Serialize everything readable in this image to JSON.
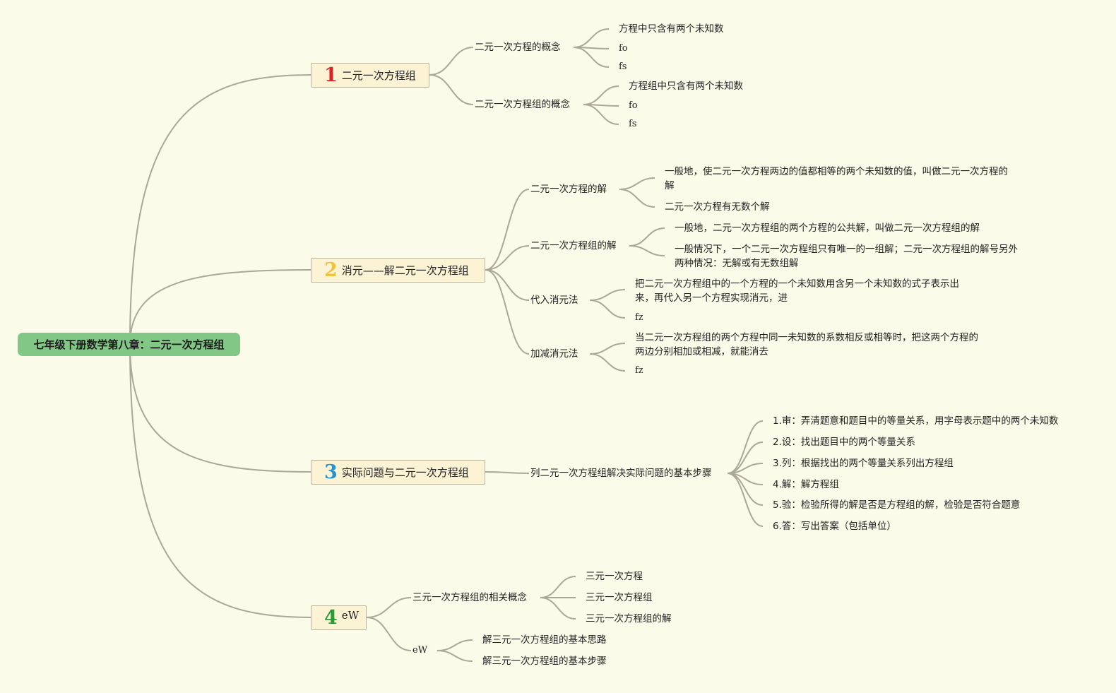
{
  "root": {
    "label": "七年级下册数学第八章：二元一次方程组"
  },
  "topics": [
    {
      "number": "1",
      "label": "二元一次方程组",
      "subtopics": [
        {
          "label": "二元一次方程的概念",
          "leaves": [
            "方程中只含有两个未知数",
            "fo",
            "fs"
          ]
        },
        {
          "label": "二元一次方程组的概念",
          "leaves": [
            "方程组中只含有两个未知数",
            "fo",
            "fs"
          ]
        }
      ]
    },
    {
      "number": "2",
      "label": "消元——解二元一次方程组",
      "subtopics": [
        {
          "label": "二元一次方程的解",
          "leaves": [
            "一般地，使二元一次方程两边的值都相等的两个未知数的值，叫做二元一次方程的解",
            "二元一次方程有无数个解"
          ]
        },
        {
          "label": "二元一次方程组的解",
          "leaves": [
            "一般地，二元一次方程组的两个方程的公共解，叫做二元一次方程组的解",
            "一般情况下，一个二元一次方程组只有唯一的一组解；二元一次方程组的解号另外两种情况：无解或有无数组解"
          ]
        },
        {
          "label": "代入消元法",
          "leaves": [
            "把二元一次方程组中的一个方程的一个未知数用含另一个未知数的式子表示出来，再代入另一个方程实现消元，进",
            "fz"
          ]
        },
        {
          "label": "加减消元法",
          "leaves": [
            "当二元一次方程组的两个方程中同一未知数的系数相反或相等时，把这两个方程的两边分别相加或相减，就能消去",
            "fz"
          ]
        }
      ]
    },
    {
      "number": "3",
      "label": "实际问题与二元一次方程组",
      "subtopics": [
        {
          "label": "列二元一次方程组解决实际问题的基本步骤",
          "leaves": [
            "1.审：弄清题意和题目中的等量关系，用字母表示题中的两个未知数",
            "2.设：找出题目中的两个等量关系",
            "3.列：根据找出的两个等量关系列出方程组",
            "4.解：解方程组",
            "5.验：检验所得的解是否是方程组的解，检验是否符合题意",
            "6.答：写出答案（包括单位）"
          ]
        }
      ]
    },
    {
      "number": "4",
      "label": "eW",
      "subtopics": [
        {
          "label": "三元一次方程组的相关概念",
          "leaves": [
            "三元一次方程",
            "三元一次方程组",
            "三元一次方程组的解"
          ]
        },
        {
          "label": "eW",
          "leaves": [
            "解三元一次方程组的基本思路",
            "解三元一次方程组的基本步骤"
          ]
        }
      ]
    }
  ],
  "colors": {
    "background": "#fafbe8",
    "root_fill": "#82c785",
    "topic_fill": "#fcf2d4",
    "connector": "#aaa898",
    "number_1": "#d9262b",
    "number_2": "#f0c43a",
    "number_3": "#2493d3",
    "number_4": "#2a9a34"
  }
}
